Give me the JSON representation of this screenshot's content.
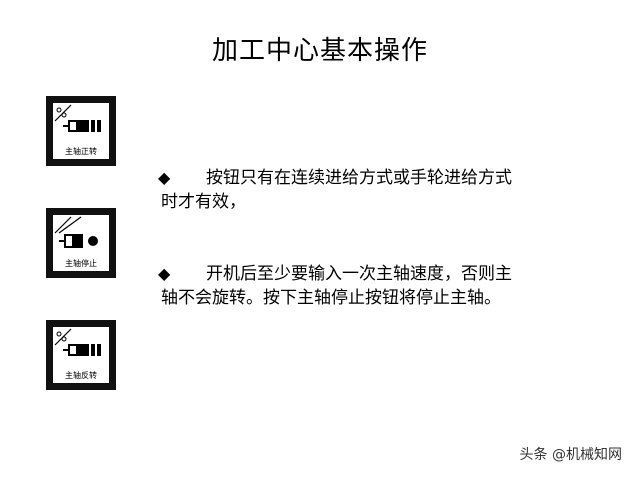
{
  "title": "加工中心基本操作",
  "keys": [
    {
      "icon": "spindle-forward-icon",
      "label": "主轴正转"
    },
    {
      "icon": "spindle-stop-icon",
      "label": "主轴停止"
    },
    {
      "icon": "spindle-reverse-icon",
      "label": "主轴反转"
    }
  ],
  "bullets": [
    {
      "marker": "◆",
      "line1": "按钮只有在连续进给方式或手轮进给方式",
      "line2": "时才有效，"
    },
    {
      "marker": "◆",
      "line1": "开机后至少要输入一次主轴速度，否则主",
      "line2": "轴不会旋转。按下主轴停止按钮将停止主轴。"
    }
  ],
  "watermark": "头条 @机械知网"
}
